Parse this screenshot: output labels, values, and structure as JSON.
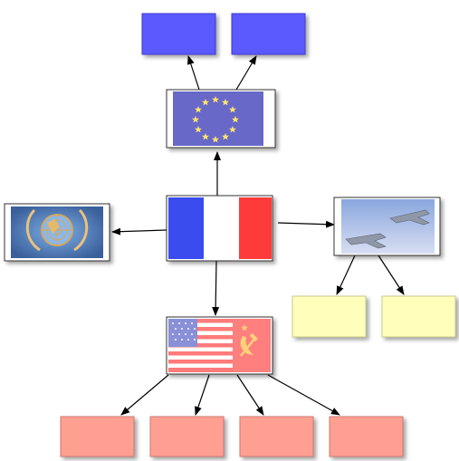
{
  "colors": {
    "blue_box": "#5a5aff",
    "yellow_box": "#ffffbb",
    "salmon_box": "#ff9f91",
    "eu_blue": "#6868c8",
    "eu_star": "#ffe36e",
    "france_blue": "#3a4cf0",
    "france_red": "#ff3a3a",
    "un_blue": "#5a88c8",
    "sky": "#b9c8ea",
    "usa_red": "#ff7a7a",
    "usa_canton": "#8a90d8",
    "ussr_red": "#ff7e7e",
    "ussr_gold": "#ffd27a",
    "edge": "#000000"
  },
  "nodes": [
    {
      "id": "blue-box-left",
      "kind": "empty-box",
      "color_key": "blue_box"
    },
    {
      "id": "blue-box-right",
      "kind": "empty-box",
      "color_key": "blue_box"
    },
    {
      "id": "eu-flag",
      "kind": "image",
      "icon": "european-union-flag-icon"
    },
    {
      "id": "un-emblem",
      "kind": "image",
      "icon": "united-nations-emblem-icon"
    },
    {
      "id": "france-flag",
      "kind": "image",
      "icon": "france-flag-icon"
    },
    {
      "id": "fighter-jets",
      "kind": "image",
      "icon": "fighter-jets-icon"
    },
    {
      "id": "yellow-box-left",
      "kind": "empty-box",
      "color_key": "yellow_box"
    },
    {
      "id": "yellow-box-right",
      "kind": "empty-box",
      "color_key": "yellow_box"
    },
    {
      "id": "usa-ussr-flags",
      "kind": "image",
      "icon": "usa-ussr-flags-icon"
    },
    {
      "id": "salmon-box-1",
      "kind": "empty-box",
      "color_key": "salmon_box"
    },
    {
      "id": "salmon-box-2",
      "kind": "empty-box",
      "color_key": "salmon_box"
    },
    {
      "id": "salmon-box-3",
      "kind": "empty-box",
      "color_key": "salmon_box"
    },
    {
      "id": "salmon-box-4",
      "kind": "empty-box",
      "color_key": "salmon_box"
    }
  ],
  "edges": [
    {
      "from": "france-flag",
      "to": "eu-flag"
    },
    {
      "from": "eu-flag",
      "to": "blue-box-left"
    },
    {
      "from": "eu-flag",
      "to": "blue-box-right"
    },
    {
      "from": "france-flag",
      "to": "un-emblem"
    },
    {
      "from": "france-flag",
      "to": "fighter-jets"
    },
    {
      "from": "fighter-jets",
      "to": "yellow-box-left"
    },
    {
      "from": "fighter-jets",
      "to": "yellow-box-right"
    },
    {
      "from": "france-flag",
      "to": "usa-ussr-flags"
    },
    {
      "from": "usa-ussr-flags",
      "to": "salmon-box-1"
    },
    {
      "from": "usa-ussr-flags",
      "to": "salmon-box-2"
    },
    {
      "from": "usa-ussr-flags",
      "to": "salmon-box-3"
    },
    {
      "from": "usa-ussr-flags",
      "to": "salmon-box-4"
    }
  ]
}
